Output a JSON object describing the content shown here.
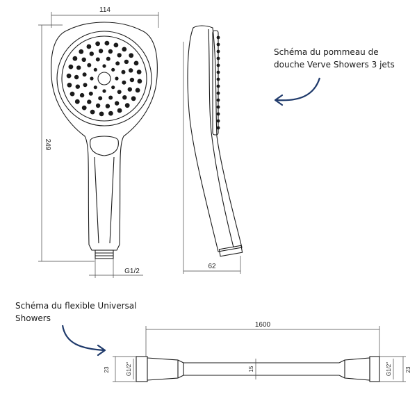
{
  "captions": {
    "head_line1": "Schéma du pommeau de",
    "head_line2": "douche Verve Showers 3 jets",
    "hose_line1": "Schéma du flexible Universal",
    "hose_line2": "Showers"
  },
  "dimensions": {
    "head_width": "114",
    "head_length": "249",
    "thread_head": "G1/2",
    "head_depth": "62",
    "hose_length": "1600",
    "hose_end_diameter_left": "23",
    "hose_thread_left": "G1/2\"",
    "hose_diameter": "15",
    "hose_thread_right": "G1/2\"",
    "hose_end_diameter_right": "23"
  },
  "colors": {
    "line": "#1a1a1a",
    "arrow": "#1f3a6b"
  }
}
